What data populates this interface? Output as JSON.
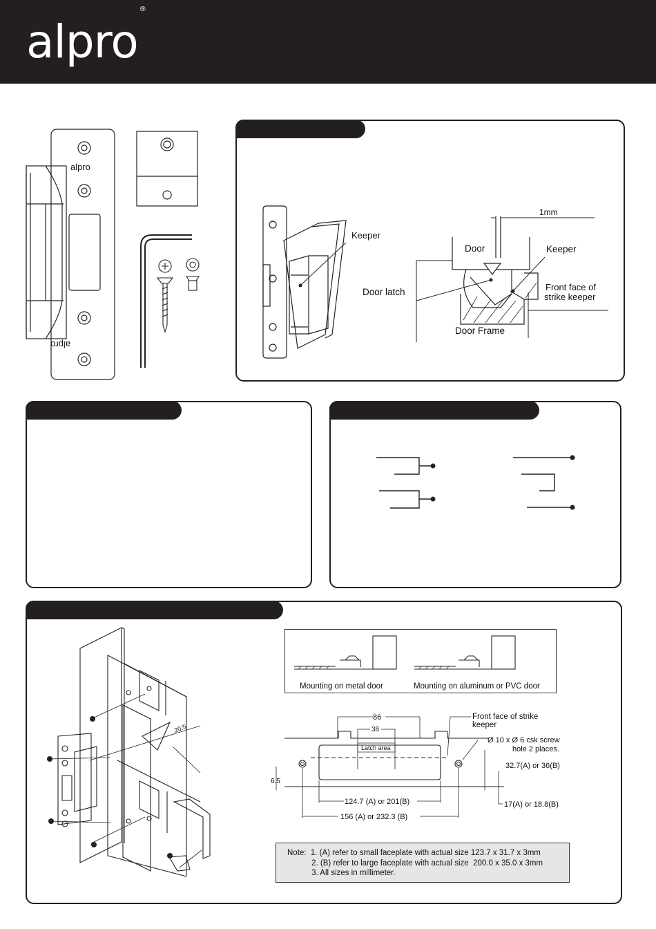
{
  "brand": {
    "logo_text": "alpro",
    "registered_mark": "®"
  },
  "product_images": {
    "faceplate_text_top": "alpro",
    "faceplate_text_bottom": "alpro"
  },
  "keeper_diagram": {
    "keeper_label": "Keeper",
    "door_latch_label": "Door latch",
    "gap_label": "1mm",
    "door_label": "Door",
    "keeper_label_2": "Keeper",
    "front_face_line1": "Front face of",
    "front_face_line2": "strike keeper",
    "door_frame_label": "Door Frame"
  },
  "mounting": {
    "metal_door_label": "Mounting on metal door",
    "alu_door_label": "Mounting on aluminum or PVC door"
  },
  "dimensions": {
    "d86": "86",
    "d38": "38",
    "latch_area": "Latch area",
    "front_face_line1": "Front face of strike",
    "front_face_line2": "keeper",
    "screw_line1": "Ø 10 x Ø 6 csk screw",
    "screw_line2": "hole 2 places.",
    "d_height": "32.7(A) or 36(B)",
    "d65": "6.5",
    "d_inner": "124.7 (A) or 201(B)",
    "d_depth": "17(A) or 18.8(B)",
    "d_outer": "156 (A) or 232.3 (B)",
    "d205": "20.5"
  },
  "note": {
    "line1": "Note:  1. (A) refer to small faceplate with actual size 123.7 x 31.7 x 3mm",
    "line2": "           2. (B) refer to large faceplate with actual size  200.0 x 35.0 x 3mm",
    "line3": "           3. All sizes in millimeter."
  },
  "colors": {
    "dark": "#231f20",
    "note_bg": "#e6e6e6"
  }
}
